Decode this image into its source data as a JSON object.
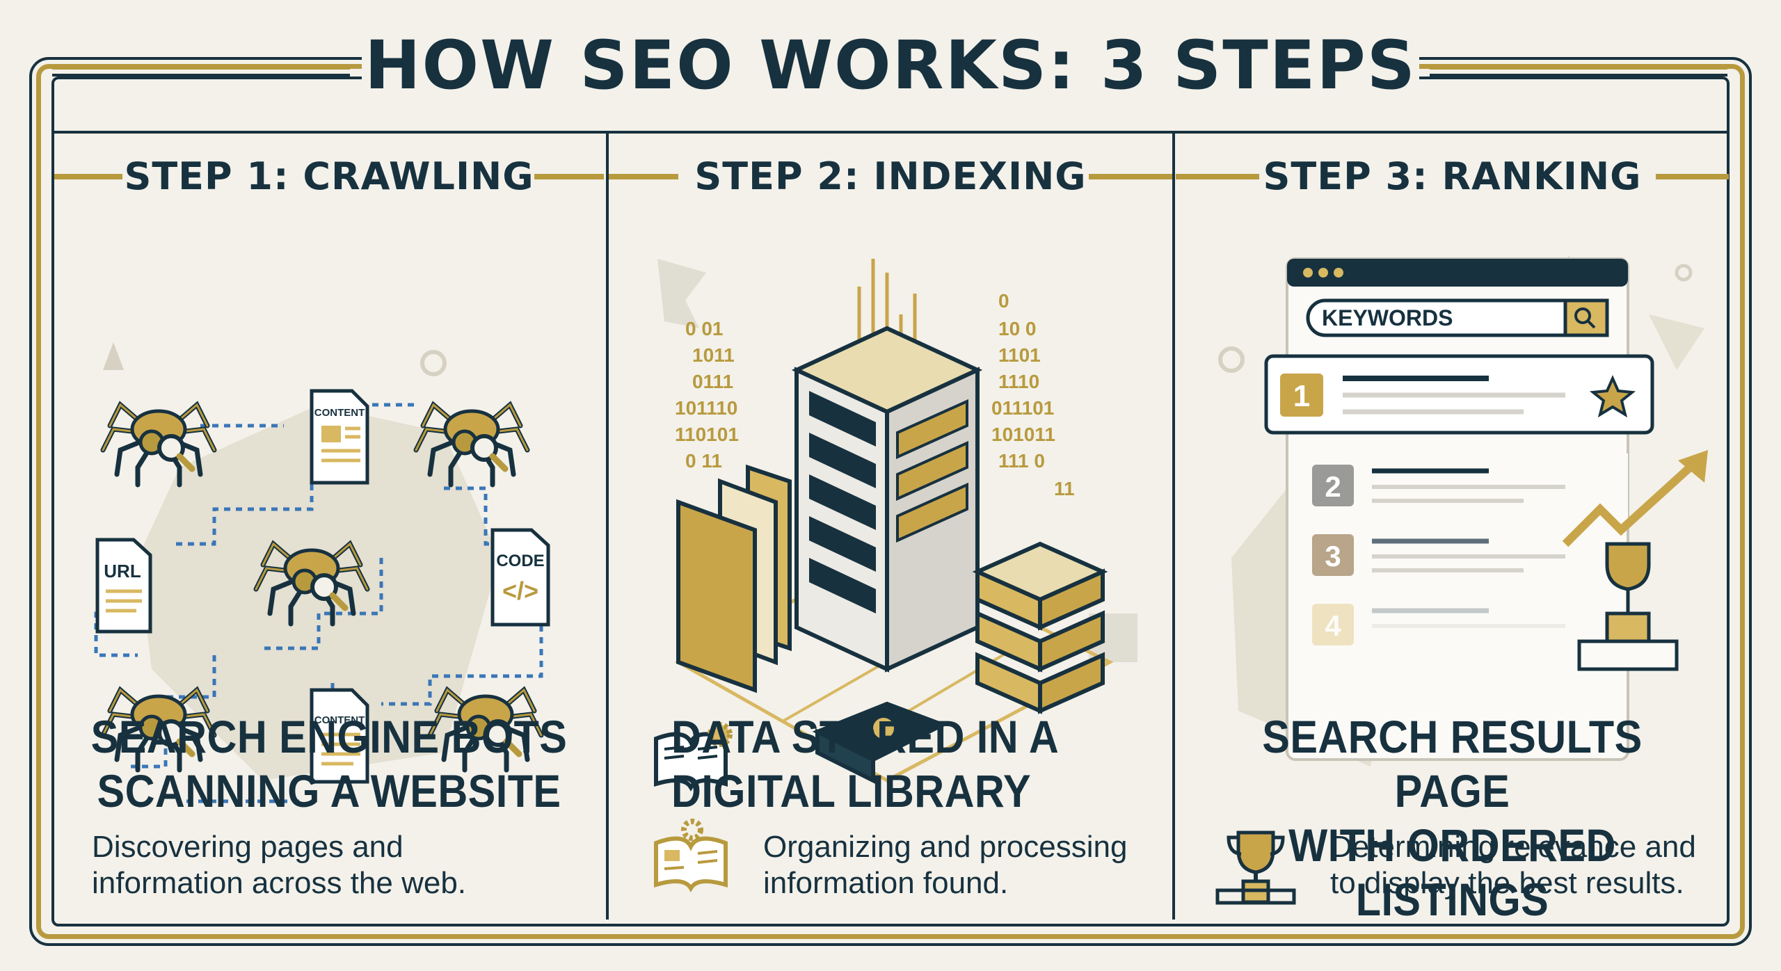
{
  "title": "HOW SEO WORKS: 3 STEPS",
  "steps": [
    {
      "heading": "STEP 1: CRAWLING",
      "caption_line1": "SEARCH ENGINE BOTS",
      "caption_line2": "SCANNING A WEBSITE",
      "desc_line1": "Discovering pages and",
      "desc_line2": "information across the web.",
      "doc_labels": {
        "content_top": "CONTENT",
        "url": "URL",
        "code": "CODE",
        "content_bottom": "CONTENT"
      }
    },
    {
      "heading": "STEP 2: INDEXING",
      "caption_line1": "DATA STORED IN A",
      "caption_line2": "DIGITAL LIBRARY",
      "desc_line1": "Organizing and processing",
      "desc_line2": "information found.",
      "binary_left": [
        "0  01",
        "1011",
        "0111",
        "101110",
        "110101",
        "0  11"
      ],
      "binary_right": [
        "0",
        "10  0",
        "1101",
        "1110",
        "011101",
        "101011",
        "111  0",
        "11"
      ]
    },
    {
      "heading": "STEP 3: RANKING",
      "caption_line1": "SEARCH RESULTS PAGE",
      "caption_line2": "WITH ORDERED LISTINGS",
      "desc_line1": "Determining relevance and",
      "desc_line2": "to display the best results.",
      "search_text": "KEYWORDS",
      "ranks": [
        "1",
        "2",
        "3",
        "4"
      ]
    }
  ],
  "colors": {
    "navy": "#17313f",
    "gold": "#b89a3e",
    "gold_light": "#d8b861",
    "background": "#f3f1ea"
  },
  "icons": [
    "spider-bot-icon",
    "magnifier-icon",
    "document-icon",
    "server-icon",
    "folder-icon",
    "hard-drive-icon",
    "book-gear-icon",
    "browser-window-icon",
    "star-icon",
    "trophy-icon",
    "trend-arrow-icon"
  ]
}
